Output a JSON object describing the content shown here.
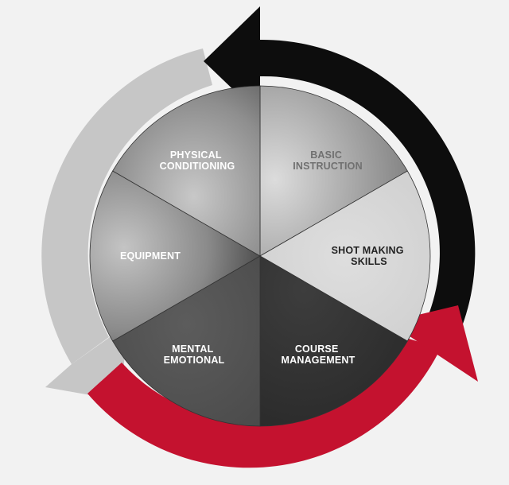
{
  "diagram": {
    "segments": [
      {
        "id": "basic-instruction",
        "lines": [
          "BASIC",
          "INSTRUCTION"
        ],
        "text_color": "#707070"
      },
      {
        "id": "shot-making-skills",
        "lines": [
          "SHOT MAKING",
          "SKILLS"
        ],
        "text_color": "#222222"
      },
      {
        "id": "course-management",
        "lines": [
          "COURSE",
          "MANAGEMENT"
        ],
        "text_color": "#ffffff"
      },
      {
        "id": "mental-emotional",
        "lines": [
          "MENTAL",
          "EMOTIONAL"
        ],
        "text_color": "#ffffff"
      },
      {
        "id": "equipment",
        "lines": [
          "EQUIPMENT"
        ],
        "text_color": "#ffffff"
      },
      {
        "id": "physical-conditioning",
        "lines": [
          "PHYSICAL",
          "CONDITIONING"
        ],
        "text_color": "#ffffff"
      }
    ],
    "arrows": [
      {
        "id": "black",
        "color": "#0d0d0d"
      },
      {
        "id": "red",
        "color": "#c4122f"
      },
      {
        "id": "gray",
        "color": "#c6c6c6"
      }
    ],
    "background": "#f2f2f2"
  }
}
